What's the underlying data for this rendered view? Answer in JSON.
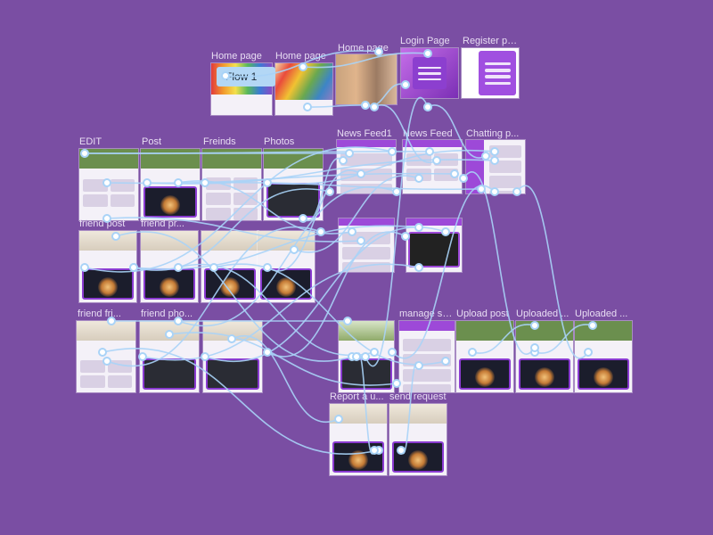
{
  "app": {
    "background_color": "#7a4ea3",
    "wire_color": "#a9d3f7"
  },
  "flow_chip": {
    "label": "Flow 1"
  },
  "frames": [
    {
      "id": "home1",
      "label": "Home page",
      "style": "rainbow"
    },
    {
      "id": "home2",
      "label": "Home page",
      "style": "rainbow"
    },
    {
      "id": "home3",
      "label": "Home page",
      "style": "crowd"
    },
    {
      "id": "login",
      "label": "Login Page",
      "style": "login"
    },
    {
      "id": "register",
      "label": "Register pa...",
      "style": "login"
    },
    {
      "id": "edit",
      "label": "EDIT",
      "style": "profile"
    },
    {
      "id": "post",
      "label": "Post",
      "style": "profile"
    },
    {
      "id": "freinds",
      "label": "Freinds",
      "style": "profile"
    },
    {
      "id": "photos",
      "label": "Photos",
      "style": "profile"
    },
    {
      "id": "newsfeed1",
      "label": "News Feed1",
      "style": "feed"
    },
    {
      "id": "newsfeed",
      "label": "News Feed",
      "style": "feed"
    },
    {
      "id": "chatting",
      "label": "Chatting p...",
      "style": "feed"
    },
    {
      "id": "frndpost",
      "label": "friend post",
      "style": "pale"
    },
    {
      "id": "frndpr",
      "label": "friend pr...",
      "style": "pale"
    },
    {
      "id": "frnd3",
      "label": "",
      "style": "pale"
    },
    {
      "id": "frnd4",
      "label": "",
      "style": "pale"
    },
    {
      "id": "feedA",
      "label": "",
      "style": "feed"
    },
    {
      "id": "feedB",
      "label": "",
      "style": "feed"
    },
    {
      "id": "frndfri",
      "label": "friend fri...",
      "style": "pale"
    },
    {
      "id": "frndpho",
      "label": "friend pho...",
      "style": "pale"
    },
    {
      "id": "frnd7",
      "label": "",
      "style": "pale"
    },
    {
      "id": "msgA",
      "label": "",
      "style": "profile"
    },
    {
      "id": "manage",
      "label": "manage sa...",
      "style": "feed"
    },
    {
      "id": "uploadpost",
      "label": "Upload post",
      "style": "profile"
    },
    {
      "id": "uploaded1",
      "label": "Uploaded ...",
      "style": "profile"
    },
    {
      "id": "uploaded2",
      "label": "Uploaded ...",
      "style": "profile"
    },
    {
      "id": "report",
      "label": "Report a u...",
      "style": "pale"
    },
    {
      "id": "request",
      "label": "send request",
      "style": "pale"
    }
  ]
}
